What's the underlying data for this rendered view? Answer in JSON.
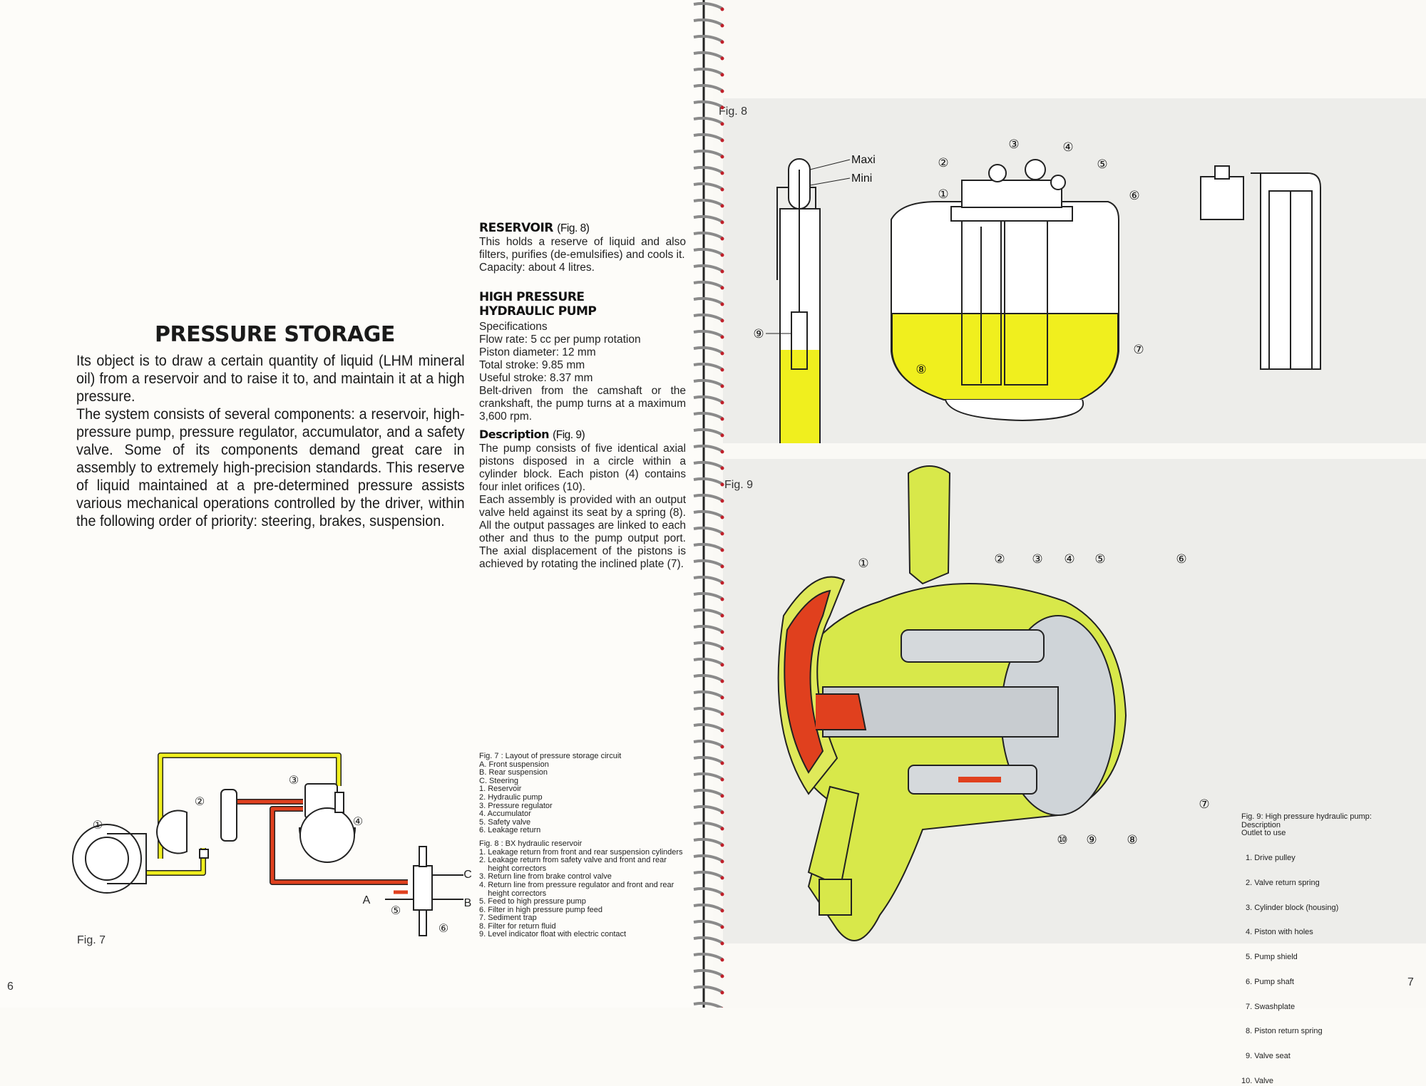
{
  "left_page": {
    "page_number": "6",
    "title": "PRESSURE STORAGE",
    "intro_paragraphs": [
      "Its object is to draw a certain quantity of liquid (LHM mineral oil) from a reservoir and to raise it to, and maintain it at a high pressure.",
      "The system consists of several components: a reservoir, high-pressure pump, pressure regulator, accumulator, and a safety valve. Some of its components demand great care in assembly to extremely high-precision standards. This reserve of liquid maintained at a pre-determined pressure assists various mechanical operations controlled by the driver, within the following order of priority: steering, brakes, suspension."
    ],
    "reservoir": {
      "heading": "RESERVOIR",
      "ref": "(Fig. 8)",
      "text": "This holds a reserve of liquid and also filters, purifies (de-emulsifies) and cools it.",
      "capacity": "Capacity: about 4 litres."
    },
    "pump": {
      "heading_line1": "HIGH PRESSURE",
      "heading_line2": "HYDRAULIC PUMP",
      "specs": [
        "Specifications",
        "Flow rate: 5 cc per pump rotation",
        "Piston diameter: 12 mm",
        "Total stroke: 9.85 mm",
        "Useful stroke: 8.37 mm"
      ],
      "drive_text": "Belt-driven from the camshaft or the crankshaft, the pump turns at a maximum 3,600 rpm.",
      "description_heading": "Description",
      "description_ref": "(Fig. 9)",
      "description_p1": "The pump consists of five identical axial pistons disposed in a circle within a cylinder block. Each piston (4) contains four inlet orifices (10).",
      "description_p2": "Each assembly is provided with an output valve held against its seat by a spring (8). All the output passages are linked to each other and thus to the pump output port. The axial displacement of the pistons is achieved by rotating the inclined plate (7)."
    },
    "fig7": {
      "label": "Fig. 7",
      "markers": [
        "①",
        "②",
        "③",
        "④",
        "⑤",
        "⑥",
        "A",
        "B",
        "C"
      ],
      "caption_title": "Fig. 7 : Layout of pressure storage circuit",
      "caption_items": [
        "A. Front suspension",
        "B. Rear suspension",
        "C. Steering",
        "1. Reservoir",
        "2. Hydraulic pump",
        "3. Pressure regulator",
        "4. Accumulator",
        "5. Safety valve",
        "6. Leakage return"
      ]
    },
    "fig8_caption": {
      "title": "Fig. 8 : BX hydraulic reservoir",
      "items": [
        "1. Leakage return from front and rear suspension cylinders",
        "2. Leakage return from safety valve and front and rear\n    height correctors",
        "3. Return line from brake control valve",
        "4. Return line from pressure regulator and front and rear\n    height correctors",
        "5. Feed to high pressure pump",
        "6. Filter in high pressure pump feed",
        "7. Sediment trap",
        "8. Filter for return fluid",
        "9. Level indicator float with electric contact"
      ]
    }
  },
  "right_page": {
    "page_number": "7",
    "fig8": {
      "label": "Fig. 8",
      "maxi": "Maxi",
      "mini": "Mini",
      "markers": [
        "①",
        "②",
        "③",
        "④",
        "⑤",
        "⑥",
        "⑦",
        "⑧",
        "⑨"
      ]
    },
    "fig9": {
      "label": "Fig. 9",
      "markers": [
        "①",
        "②",
        "③",
        "④",
        "⑤",
        "⑥",
        "⑦",
        "⑧",
        "⑨",
        "⑩"
      ],
      "caption_lines": [
        "Fig. 9: High pressure hydraulic pump:",
        "Description",
        "Outlet to use"
      ],
      "caption_items": [
        "1. Drive pulley",
        "2. Valve return spring",
        "3. Cylinder block (housing)",
        "4. Piston with holes",
        "5. Pump shield",
        "6. Pump shaft",
        "7. Swashplate",
        "8. Piston return spring",
        "9. Valve seat",
        "10. Valve"
      ]
    }
  },
  "colors": {
    "fluid_yellow": "#f0ef1e",
    "pressure_red": "#e0401e",
    "pump_green": "#d8e84a",
    "panel_gray": "#ededea"
  }
}
